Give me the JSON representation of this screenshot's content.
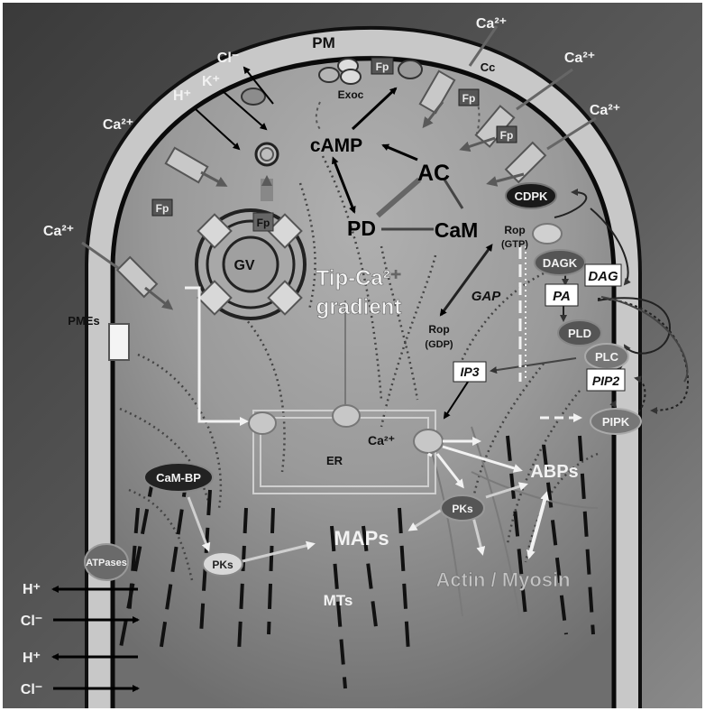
{
  "labels": {
    "pm": "PM",
    "cl_top": "Cl⁻",
    "k_top": "K⁺",
    "h_top": "H⁺",
    "ca_left_1": "Ca²⁺",
    "ca_left_2": "Ca²⁺",
    "ca_top_1": "Ca²⁺",
    "ca_top_2": "Ca²⁺",
    "ca_top_3": "Ca²⁺",
    "exoc": "Exoc",
    "cc": "Cc",
    "fp": "Fp",
    "camp": "cAMP",
    "ac": "AC",
    "pd": "PD",
    "cam": "CaM",
    "cdpk": "CDPK",
    "rop_gtp": "Rop",
    "rop_gtp_sub": "(GTP)",
    "rop_gdp": "Rop",
    "rop_gdp_sub": "(GDP)",
    "gap": "GAP",
    "dagk": "DAGK",
    "dag": "DAG",
    "pa": "PA",
    "pld": "PLD",
    "plc": "PLC",
    "pip2": "PIP2",
    "pipk": "PIPK",
    "ip3": "IP3",
    "gv": "GV",
    "tip_gradient_line1": "Tip-Ca²⁺",
    "tip_gradient_line2": "gradient",
    "pmes": "PMEs",
    "er": "ER",
    "ca_er": "Ca²⁺",
    "cam_bp": "CaM-BP",
    "pks_left": "PKs",
    "pks_mid": "PKs",
    "maps": "MAPs",
    "abps": "ABPs",
    "actin_myosin": "Actin / Myosin",
    "mts": "MTs",
    "atpases": "ATPases",
    "h_bottom_1": "H⁺",
    "cl_bottom_1": "Cl⁻",
    "h_bottom_2": "H⁺",
    "cl_bottom_2": "Cl⁻"
  },
  "colors": {
    "background_top": "#3e3e3e",
    "background_bottom": "#7a7a7a",
    "cytoplasm": "#9c9c9c",
    "wall": "#c8c8c8",
    "membrane": "#0a0a0a",
    "white_arrow": "#f2f2f2"
  }
}
